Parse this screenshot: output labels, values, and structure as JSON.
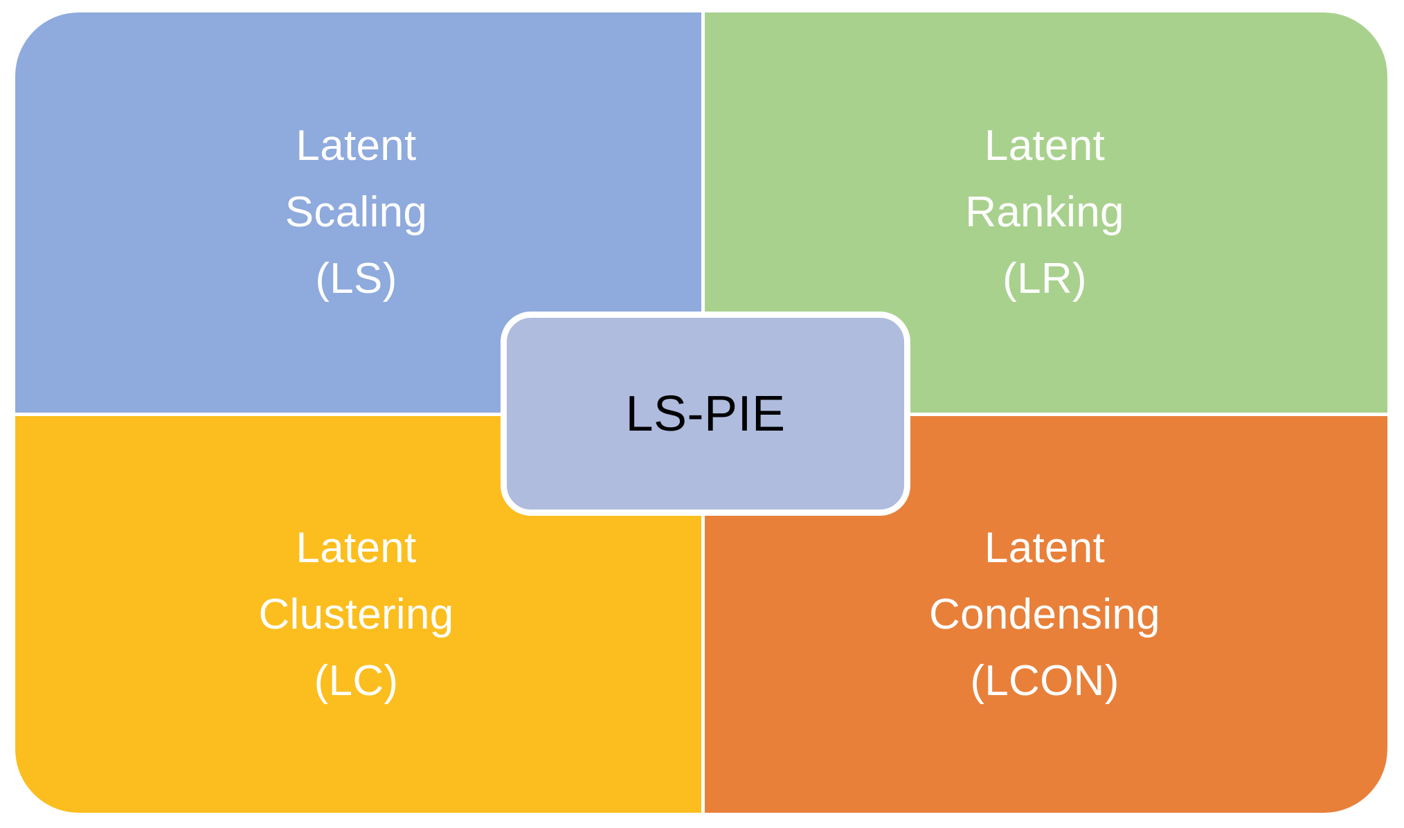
{
  "diagram": {
    "title": "LS-PIE framework quadrant diagram",
    "type": "quadrant-hub",
    "background_color": "#FFFFFF",
    "hub": {
      "label": "LS-PIE",
      "fill_color": "#AFBCDE",
      "border_color": "#FFFFFF",
      "text_color": "#000000"
    },
    "quadrants": [
      {
        "id": "latent-scaling",
        "position": "top-left",
        "color": "#8FAADC",
        "text_color": "#FFFFFF",
        "lines": [
          "Latent",
          "Scaling",
          "(LS)"
        ],
        "name": "Latent Scaling",
        "abbreviation": "LS"
      },
      {
        "id": "latent-ranking",
        "position": "top-right",
        "color": "#A9D18E",
        "text_color": "#FFFFFF",
        "lines": [
          "Latent",
          "Ranking",
          "(LR)"
        ],
        "name": "Latent Ranking",
        "abbreviation": "LR"
      },
      {
        "id": "latent-clustering",
        "position": "bottom-left",
        "color": "#FBBE1E",
        "text_color": "#FFFFFF",
        "lines": [
          "Latent",
          "Clustering",
          "(LC)"
        ],
        "name": "Latent Clustering",
        "abbreviation": "LC"
      },
      {
        "id": "latent-condensing",
        "position": "bottom-right",
        "color": "#E8803A",
        "text_color": "#FFFFFF",
        "lines": [
          "Latent",
          "Condensing",
          "(LCON)"
        ],
        "name": "Latent Condensing",
        "abbreviation": "LCON"
      }
    ]
  }
}
